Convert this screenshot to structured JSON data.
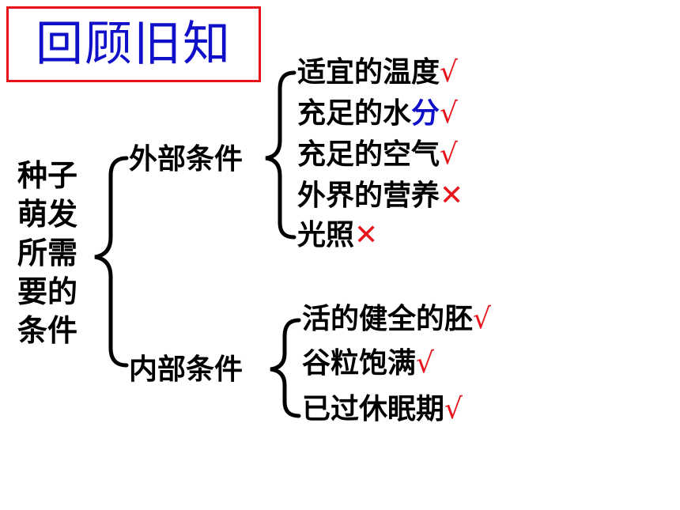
{
  "title": "回顾旧知",
  "root": {
    "lines": [
      "种子",
      "萌发",
      "所需",
      "要的",
      "条件"
    ]
  },
  "external": {
    "label": "外部条件",
    "items": [
      {
        "parts": [
          {
            "text": "适宜的温度",
            "hl": false
          }
        ],
        "mark": "√"
      },
      {
        "parts": [
          {
            "text": "充足的水",
            "hl": false
          },
          {
            "text": "分",
            "hl": true
          }
        ],
        "mark": "√"
      },
      {
        "parts": [
          {
            "text": "充足的空气",
            "hl": false
          }
        ],
        "mark": "√"
      },
      {
        "parts": [
          {
            "text": "外界的营养",
            "hl": false
          }
        ],
        "mark": "✕"
      },
      {
        "parts": [
          {
            "text": "光照",
            "hl": false
          }
        ],
        "mark": "✕"
      }
    ]
  },
  "internal": {
    "label": "内部条件",
    "items": [
      {
        "parts": [
          {
            "text": "活的健全的胚",
            "hl": false
          }
        ],
        "mark": "√"
      },
      {
        "parts": [
          {
            "text": "谷粒饱满",
            "hl": false
          }
        ],
        "mark": "√"
      },
      {
        "parts": [
          {
            "text": "已过休眠期",
            "hl": false
          }
        ],
        "mark": "√"
      }
    ]
  },
  "colors": {
    "title_border": "#e8141c",
    "title_text": "#1010c8",
    "mark": "#e8141c",
    "highlight": "#1010c8"
  }
}
